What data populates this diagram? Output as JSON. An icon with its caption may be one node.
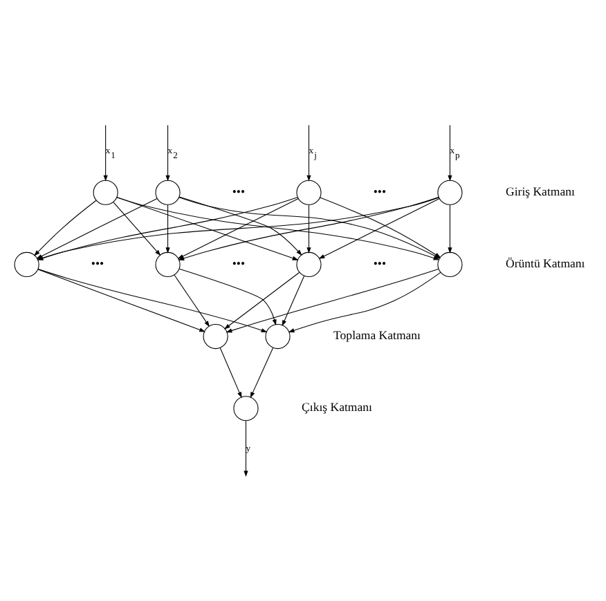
{
  "diagram": {
    "nodes": [
      {
        "text": [],
        "shape": "circle"
      },
      {
        "text": [],
        "shape": "circle"
      },
      {
        "text": [],
        "shape": "circle"
      },
      {
        "text": [],
        "shape": "circle"
      },
      {
        "text": [],
        "shape": "circle"
      },
      {
        "text": [],
        "shape": "circle"
      },
      {
        "text": [],
        "shape": "circle"
      },
      {
        "text": [],
        "shape": "circle"
      },
      {
        "text": [],
        "shape": "circle"
      },
      {
        "text": [],
        "shape": "circle"
      },
      {
        "text": [],
        "shape": "circle"
      }
    ],
    "edges": [
      {
        "from": null,
        "to": 0,
        "arrow": "to",
        "label": "x$_{1}$"
      },
      {
        "from": null,
        "to": 1,
        "arrow": "to",
        "label": "x$_{2}$"
      },
      {
        "from": null,
        "to": 2,
        "arrow": "to",
        "label": "x$_{j}$"
      },
      {
        "from": null,
        "to": 3,
        "arrow": "to",
        "label": "x$_{p}$"
      },
      {
        "from": 0,
        "to": 4,
        "arrow": "to"
      },
      {
        "from": 0,
        "to": 5,
        "arrow": "to"
      },
      {
        "from": 0,
        "to": 6,
        "arrow": "to"
      },
      {
        "from": 0,
        "to": 7,
        "arrow": "to"
      },
      {
        "from": 1,
        "to": 4,
        "arrow": "to"
      },
      {
        "from": 1,
        "to": 5,
        "arrow": "to"
      },
      {
        "from": 1,
        "to": 6,
        "arrow": "to"
      },
      {
        "from": 1,
        "to": 7,
        "arrow": "to"
      },
      {
        "from": 2,
        "to": 4,
        "arrow": "to"
      },
      {
        "from": 2,
        "to": 5,
        "arrow": "to"
      },
      {
        "from": 2,
        "to": 6,
        "arrow": "to"
      },
      {
        "from": 2,
        "to": 7,
        "arrow": "to"
      },
      {
        "from": 3,
        "to": 4,
        "arrow": "to"
      },
      {
        "from": 3,
        "to": 5,
        "arrow": "to"
      },
      {
        "from": 3,
        "to": 6,
        "arrow": "to"
      },
      {
        "from": 3,
        "to": 7,
        "arrow": "to"
      },
      {
        "from": 4,
        "to": 8,
        "arrow": "to"
      },
      {
        "from": 4,
        "to": 9,
        "arrow": "to"
      },
      {
        "from": 5,
        "to": 8,
        "arrow": "to"
      },
      {
        "from": 5,
        "to": 9,
        "arrow": "to"
      },
      {
        "from": 6,
        "to": 8,
        "arrow": "to"
      },
      {
        "from": 6,
        "to": 9,
        "arrow": "to"
      },
      {
        "from": 7,
        "to": 8,
        "arrow": "to"
      },
      {
        "from": 7,
        "to": 9,
        "arrow": "to"
      },
      {
        "from": 8,
        "to": 10,
        "arrow": "to"
      },
      {
        "from": 9,
        "to": 10,
        "arrow": "to"
      },
      {
        "from": 10,
        "to": null,
        "arrow": "to",
        "label": "y"
      }
    ],
    "labels": [
      "•••",
      "•••",
      "Giriş Katmanı",
      "•••",
      "•••",
      "•••",
      "Örüntü Katmanı",
      "Toplama Katmanı",
      "Çıkış Katmanı"
    ]
  }
}
